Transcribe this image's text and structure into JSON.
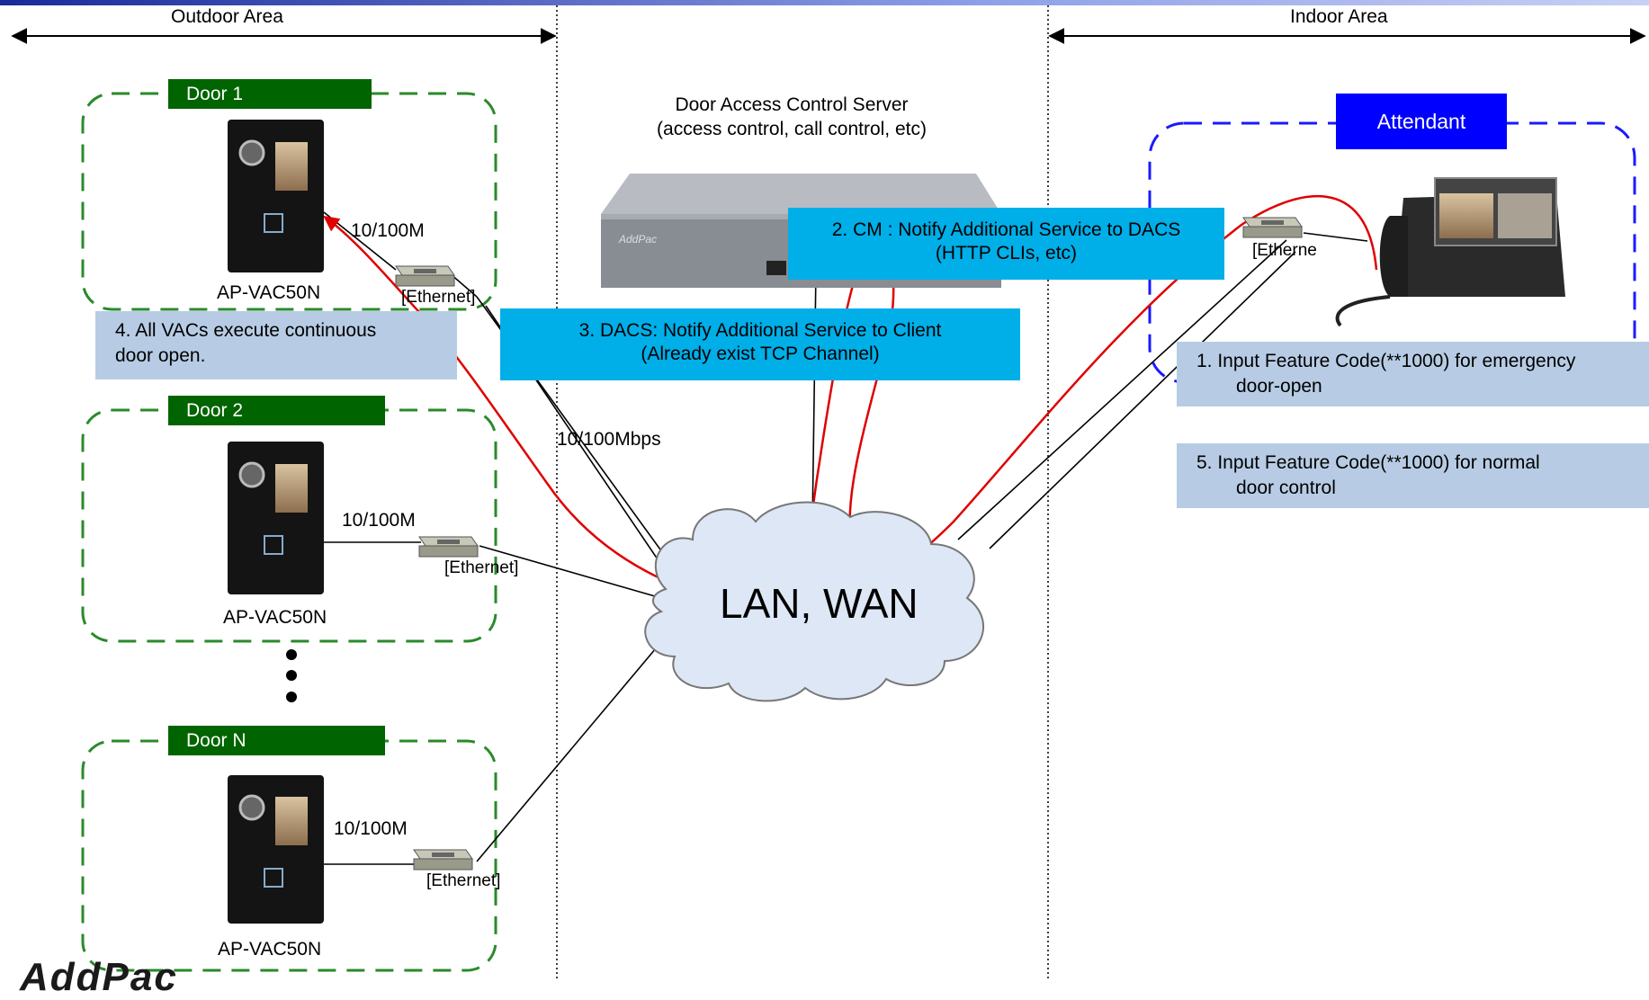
{
  "areas": {
    "outdoor": "Outdoor Area",
    "indoor": "Indoor Area"
  },
  "server": {
    "title": "Door Access Control Server",
    "subtitle": "(access control, call control, etc)",
    "brand": "AddPac"
  },
  "doors": [
    {
      "tag": "Door 1",
      "device": "AP-VAC50N",
      "speed": "10/100M",
      "switch": "[Ethernet]"
    },
    {
      "tag": "Door 2",
      "device": "AP-VAC50N",
      "speed": "10/100M",
      "switch": "[Ethernet]"
    },
    {
      "tag": "Door N",
      "device": "AP-VAC50N",
      "speed": "10/100M",
      "switch": "[Ethernet]"
    }
  ],
  "attendant": {
    "tag": "Attendant",
    "switch": "[Etherne"
  },
  "network": {
    "cloud": "LAN, WAN",
    "uplink_speed": "10/100Mbps"
  },
  "steps": {
    "s1": {
      "line1": "1. Input Feature Code(**1000) for emergency",
      "line2": "door-open"
    },
    "s2": {
      "line1": "2. CM : Notify Additional Service to DACS",
      "line2": "(HTTP CLIs, etc)"
    },
    "s3": {
      "line1": "3. DACS: Notify Additional Service to Client",
      "line2": "(Already exist TCP Channel)"
    },
    "s4": {
      "line1": "4. All VACs execute continuous",
      "line2": "door open."
    },
    "s5": {
      "line1": "5. Input Feature Code(**1000) for normal",
      "line2": "door control"
    }
  },
  "logo": "AddPac",
  "colors": {
    "door_green": "#006400",
    "attendant_blue": "#0000ff",
    "note_cyan": "#00aee8",
    "note_blue": "#b7cce4",
    "signal_red": "#e00000"
  }
}
